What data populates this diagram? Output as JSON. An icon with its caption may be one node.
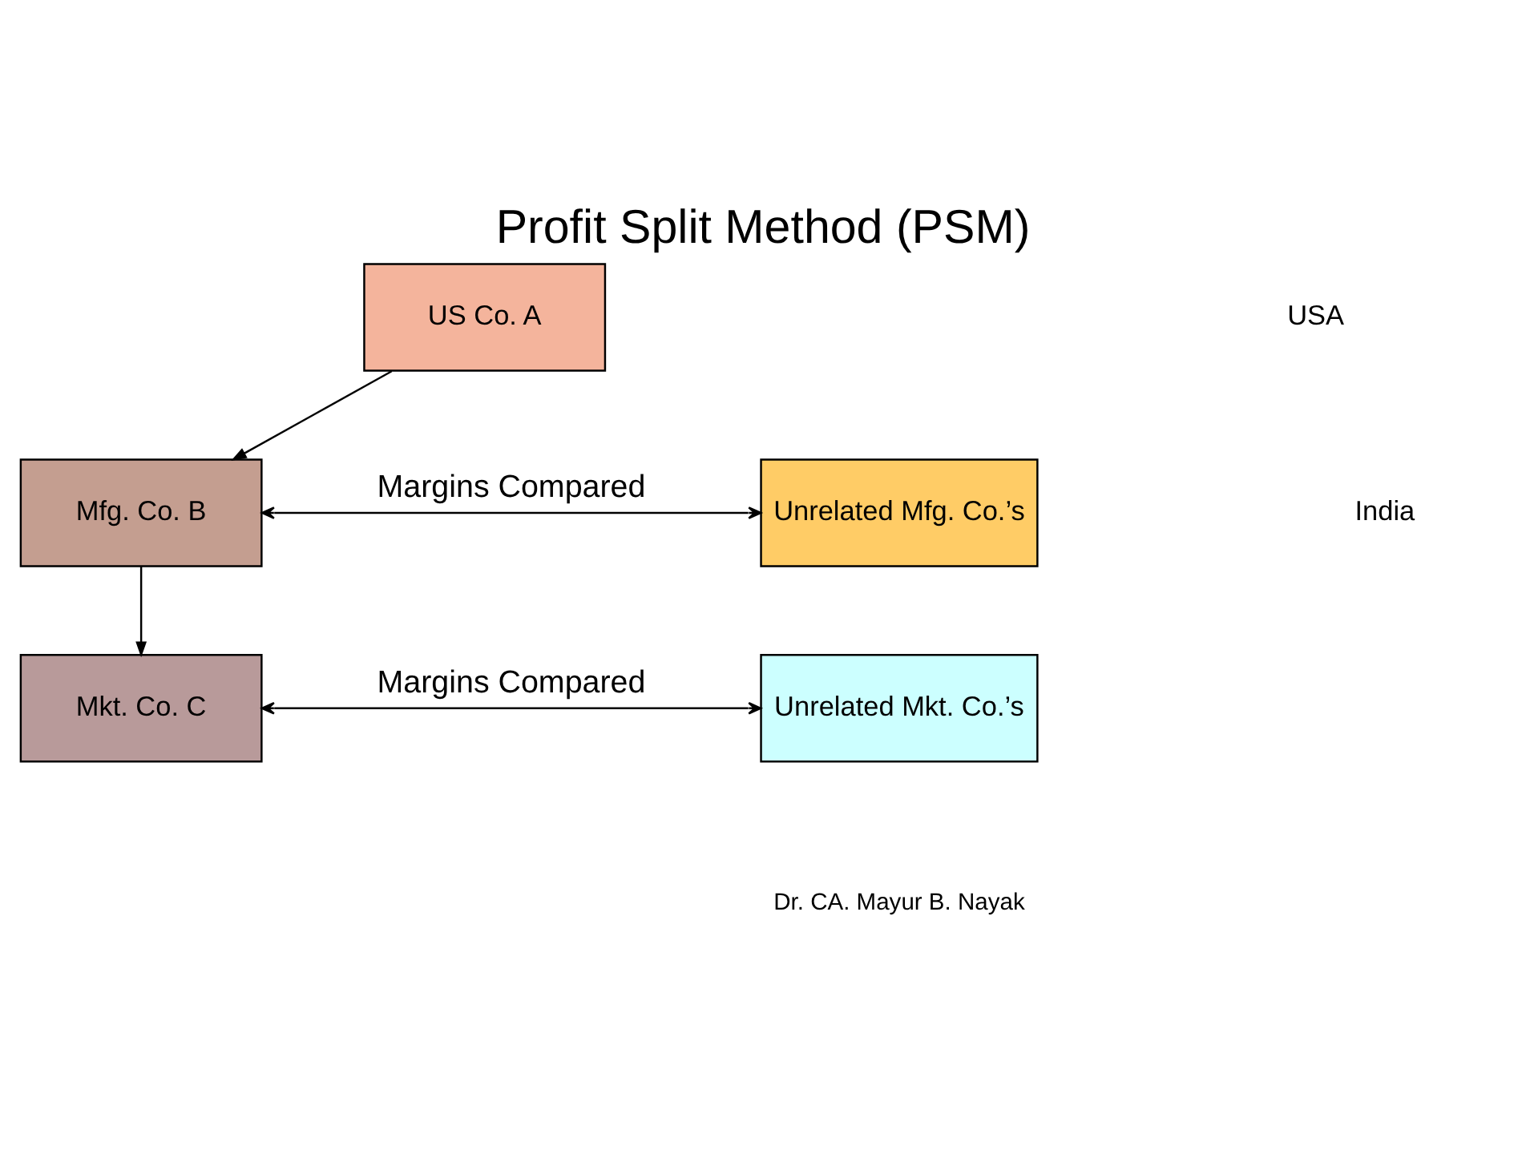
{
  "diagram": {
    "title": "Profit Split Method (PSM)",
    "nodes": [
      {
        "text": [
          "US Co. A"
        ]
      },
      {
        "text": [
          "Mfg. Co. B"
        ]
      },
      {
        "text": [
          "Unrelated Mfg. Co.’s"
        ]
      },
      {
        "text": [
          "Mkt. Co. C"
        ]
      },
      {
        "text": [
          "Unrelated Mkt. Co.’s"
        ]
      }
    ],
    "edges": [
      {
        "from": 0,
        "to": 1,
        "arrow": "to"
      },
      {
        "from": 1,
        "to": 2,
        "arrow": "both",
        "label": "Margins Compared"
      },
      {
        "from": 1,
        "to": 3,
        "arrow": "to"
      },
      {
        "from": 3,
        "to": 4,
        "arrow": "both",
        "label": "Margins Compared"
      }
    ],
    "labels": [
      "USA",
      "India",
      "Dr. CA. Mayur B. Nayak"
    ]
  }
}
